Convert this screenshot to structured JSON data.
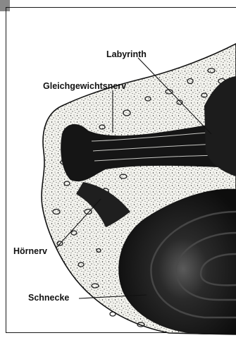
{
  "labels": {
    "labyrinth": "Labyrinth",
    "gleichgewichtsnerv": "Gleichgewichtsnerv",
    "hoernerv": "Hörnerv",
    "schnecke": "Schnecke"
  },
  "colors": {
    "ink": "#111111",
    "bone": "#f4f4f0",
    "dark": "#1b1b1b"
  }
}
